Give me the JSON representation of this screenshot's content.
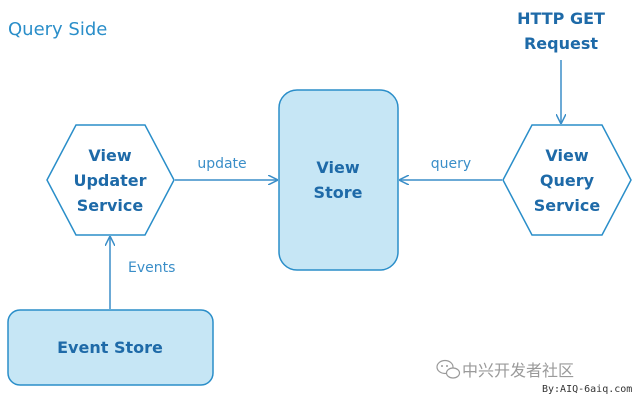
{
  "title": "Query Side",
  "nodes": {
    "view_updater_service": {
      "line1": "View",
      "line2": "Updater",
      "line3": "Service"
    },
    "view_store": {
      "line1": "View",
      "line2": "Store"
    },
    "view_query_service": {
      "line1": "View",
      "line2": "Query",
      "line3": "Service"
    },
    "event_store": {
      "label": "Event Store"
    },
    "http_get_request": {
      "line1": "HTTP GET",
      "line2": "Request"
    }
  },
  "edges": {
    "update": "update",
    "query": "query",
    "events": "Events"
  },
  "watermark": {
    "text": "中兴开发者社区",
    "sub": "By:AIQ-6aiq.com"
  },
  "colors": {
    "box_fill": "#c6e6f5",
    "box_stroke": "#2a8ec9",
    "hex_fill": "#ffffff",
    "arrow": "#3a8ec8",
    "node_text": "#1e6aa8"
  }
}
